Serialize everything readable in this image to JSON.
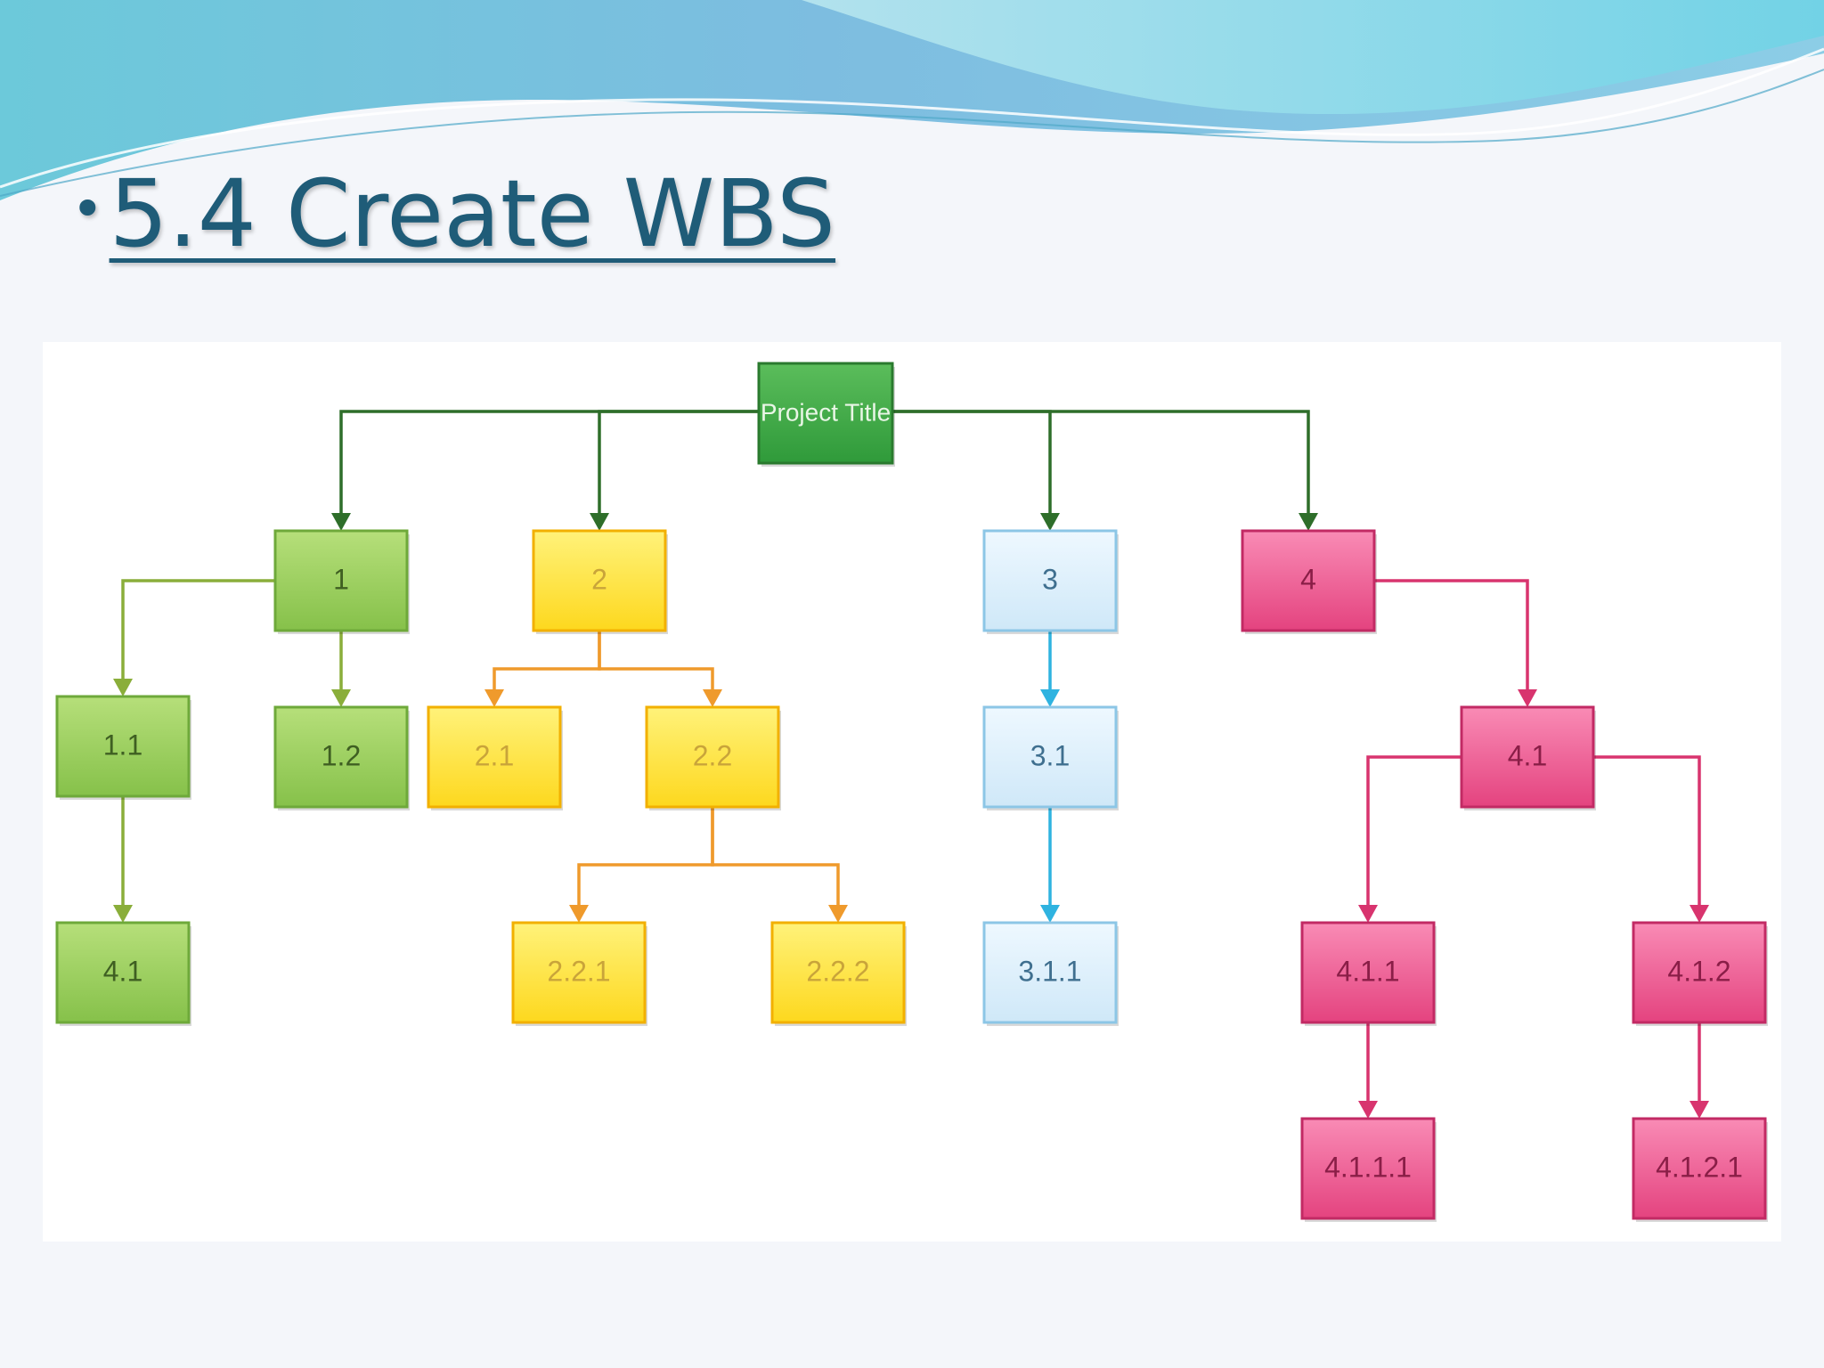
{
  "slide": {
    "bullet": "•",
    "title": "5.4 Create WBS"
  },
  "diagram": {
    "nodes": [
      {
        "id": "root",
        "label": "Project Title",
        "color": "green-dark"
      },
      {
        "id": "n1",
        "label": "1",
        "color": "green-light"
      },
      {
        "id": "n2",
        "label": "2",
        "color": "yellow"
      },
      {
        "id": "n3",
        "label": "3",
        "color": "blue"
      },
      {
        "id": "n4",
        "label": "4",
        "color": "pink"
      },
      {
        "id": "n11",
        "label": "1.1",
        "color": "green-light"
      },
      {
        "id": "n12",
        "label": "1.2",
        "color": "green-light"
      },
      {
        "id": "n41a",
        "label": "4.1",
        "color": "green-light"
      },
      {
        "id": "n21",
        "label": "2.1",
        "color": "yellow"
      },
      {
        "id": "n22",
        "label": "2.2",
        "color": "yellow"
      },
      {
        "id": "n221",
        "label": "2.2.1",
        "color": "yellow"
      },
      {
        "id": "n222",
        "label": "2.2.2",
        "color": "yellow"
      },
      {
        "id": "n31",
        "label": "3.1",
        "color": "blue"
      },
      {
        "id": "n311",
        "label": "3.1.1",
        "color": "blue"
      },
      {
        "id": "n41",
        "label": "4.1",
        "color": "pink"
      },
      {
        "id": "n411",
        "label": "4.1.1",
        "color": "pink"
      },
      {
        "id": "n412",
        "label": "4.1.2",
        "color": "pink"
      },
      {
        "id": "n4111",
        "label": "4.1.1.1",
        "color": "pink"
      },
      {
        "id": "n4121",
        "label": "4.1.2.1",
        "color": "pink"
      }
    ],
    "edges": [
      {
        "from": "root",
        "to": "n1",
        "color": "green-dark"
      },
      {
        "from": "root",
        "to": "n2",
        "color": "green-dark"
      },
      {
        "from": "root",
        "to": "n3",
        "color": "green-dark"
      },
      {
        "from": "root",
        "to": "n4",
        "color": "green-dark"
      },
      {
        "from": "n1",
        "to": "n11",
        "color": "green-light"
      },
      {
        "from": "n1",
        "to": "n12",
        "color": "green-light"
      },
      {
        "from": "n11",
        "to": "n41a",
        "color": "green-light"
      },
      {
        "from": "n2",
        "to": "n21",
        "color": "yellow"
      },
      {
        "from": "n2",
        "to": "n22",
        "color": "yellow"
      },
      {
        "from": "n22",
        "to": "n221",
        "color": "yellow"
      },
      {
        "from": "n22",
        "to": "n222",
        "color": "yellow"
      },
      {
        "from": "n3",
        "to": "n31",
        "color": "blue"
      },
      {
        "from": "n31",
        "to": "n311",
        "color": "blue"
      },
      {
        "from": "n4",
        "to": "n41",
        "color": "pink"
      },
      {
        "from": "n41",
        "to": "n411",
        "color": "pink"
      },
      {
        "from": "n41",
        "to": "n412",
        "color": "pink"
      },
      {
        "from": "n411",
        "to": "n4111",
        "color": "pink"
      },
      {
        "from": "n412",
        "to": "n4121",
        "color": "pink"
      }
    ]
  },
  "colors": {
    "green-dark": {
      "top": "#5bbd5b",
      "bottom": "#2f9a3a",
      "stroke": "#2a7a2e",
      "text": "#e9f6e6",
      "line": "#2e6e2a"
    },
    "green-light": {
      "top": "#b6df7a",
      "bottom": "#86c14a",
      "stroke": "#6ea93a",
      "text": "#3f5f22",
      "line": "#8aae3a"
    },
    "yellow": {
      "top": "#fff27a",
      "bottom": "#fdd81e",
      "stroke": "#f2b000",
      "text": "#c9a43a",
      "line": "#ef9a2c"
    },
    "blue": {
      "top": "#eef8ff",
      "bottom": "#cfe8f8",
      "stroke": "#8cc6e6",
      "text": "#3f6f8f",
      "line": "#2fb3e0"
    },
    "pink": {
      "top": "#f98bb5",
      "bottom": "#e4437f",
      "stroke": "#c22a64",
      "text": "#8a1e47",
      "line": "#d8346e"
    }
  }
}
